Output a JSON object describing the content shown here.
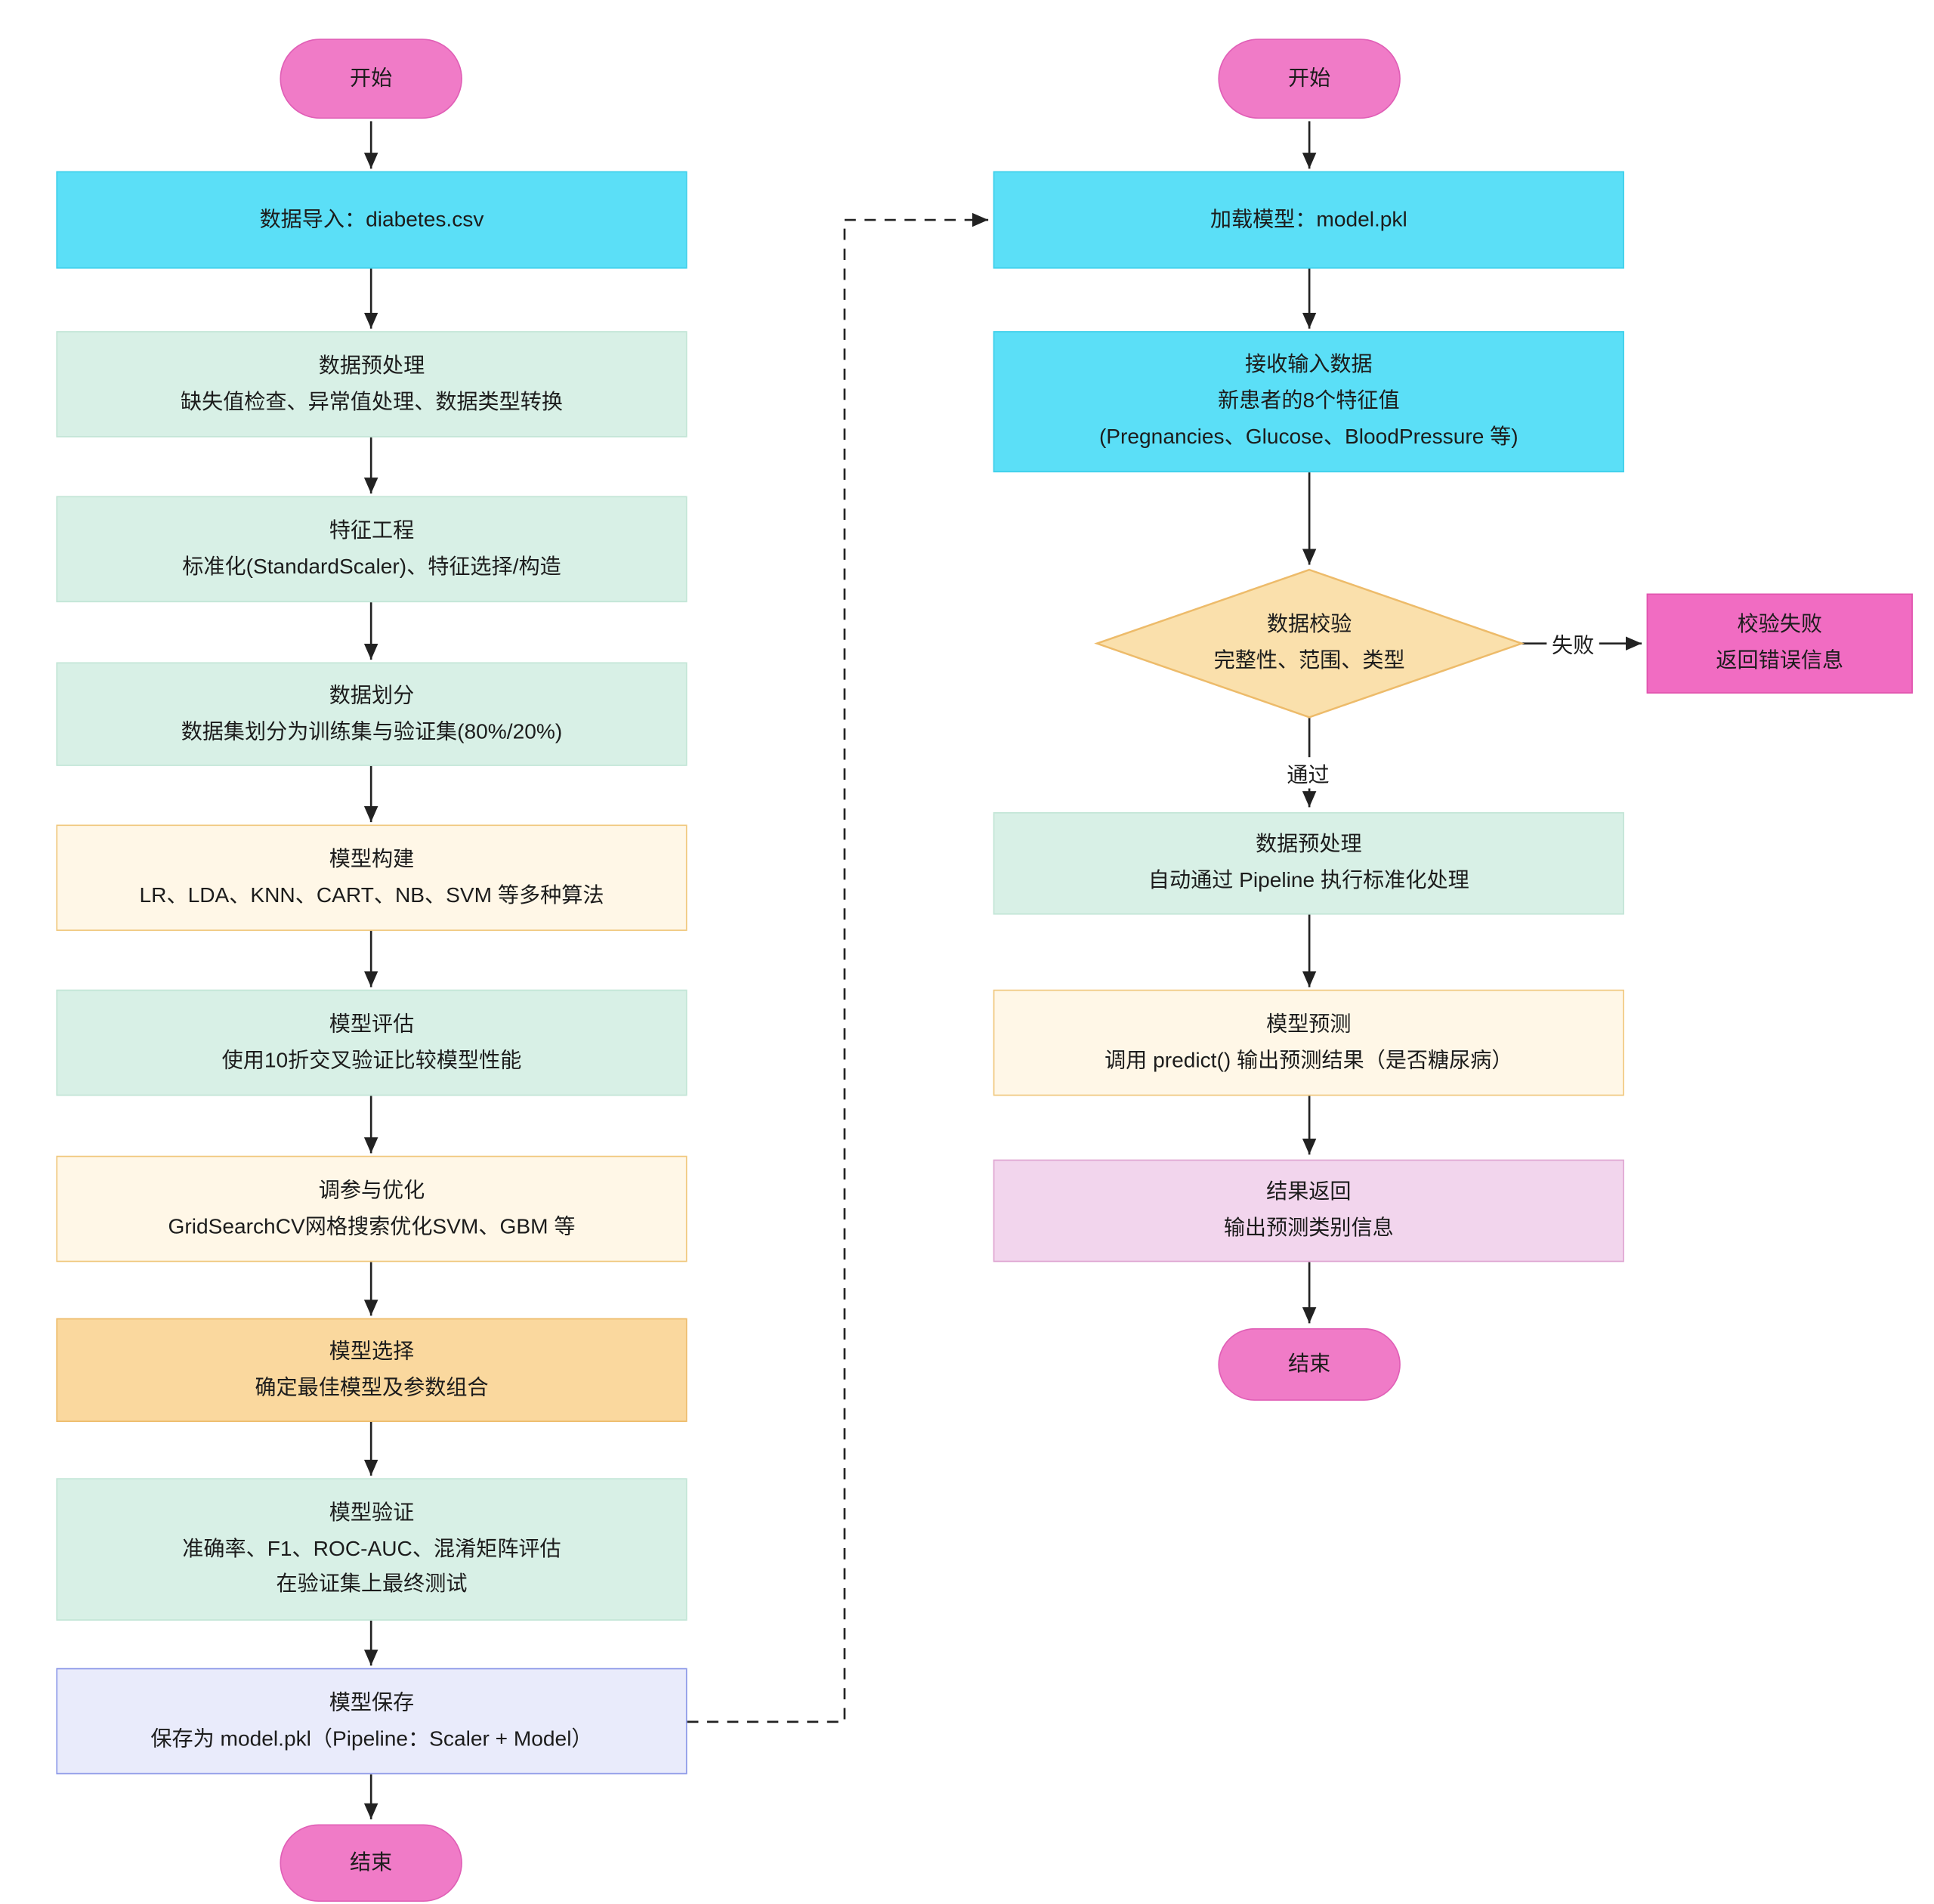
{
  "colors": {
    "pill": "#F07BC7",
    "cyan": "#5BDFF7",
    "green": "#D8F0E6",
    "cream": "#FFF7E7",
    "orange": "#FAD89E",
    "lavender": "#E9EBFB",
    "magenta": "#F16CC2",
    "pinklight": "#F2D5ED",
    "diamond": "#FAE0AC",
    "arrow": "#222222"
  },
  "left_flow": {
    "start": "开始",
    "end": "结束",
    "nodes": [
      {
        "lines": [
          "数据导入：diabetes.csv"
        ]
      },
      {
        "lines": [
          "数据预处理",
          "缺失值检查、异常值处理、数据类型转换"
        ]
      },
      {
        "lines": [
          "特征工程",
          "标准化(StandardScaler)、特征选择/构造"
        ]
      },
      {
        "lines": [
          "数据划分",
          "数据集划分为训练集与验证集(80%/20%)"
        ]
      },
      {
        "lines": [
          "模型构建",
          "LR、LDA、KNN、CART、NB、SVM 等多种算法"
        ]
      },
      {
        "lines": [
          "模型评估",
          "使用10折交叉验证比较模型性能"
        ]
      },
      {
        "lines": [
          "调参与优化",
          "GridSearchCV网格搜索优化SVM、GBM 等"
        ]
      },
      {
        "lines": [
          "模型选择",
          "确定最佳模型及参数组合"
        ]
      },
      {
        "lines": [
          "模型验证",
          "准确率、F1、ROC-AUC、混淆矩阵评估",
          "在验证集上最终测试"
        ]
      },
      {
        "lines": [
          "模型保存",
          "保存为 model.pkl（Pipeline：Scaler + Model）"
        ]
      }
    ]
  },
  "right_flow": {
    "start": "开始",
    "end": "结束",
    "nodes": [
      {
        "lines": [
          "加载模型：model.pkl"
        ]
      },
      {
        "lines": [
          "接收输入数据",
          "新患者的8个特征值",
          "(Pregnancies、Glucose、BloodPressure 等)"
        ]
      },
      {
        "lines": [
          "数据预处理",
          "自动通过 Pipeline 执行标准化处理"
        ]
      },
      {
        "lines": [
          "模型预测",
          "调用 predict() 输出预测结果（是否糖尿病）"
        ]
      },
      {
        "lines": [
          "结果返回",
          "输出预测类别信息"
        ]
      }
    ],
    "decision": {
      "lines": [
        "数据校验",
        "完整性、范围、类型"
      ]
    },
    "fail_node": {
      "lines": [
        "校验失败",
        "返回错误信息"
      ]
    },
    "edge_labels": {
      "fail": "失败",
      "pass": "通过"
    }
  }
}
